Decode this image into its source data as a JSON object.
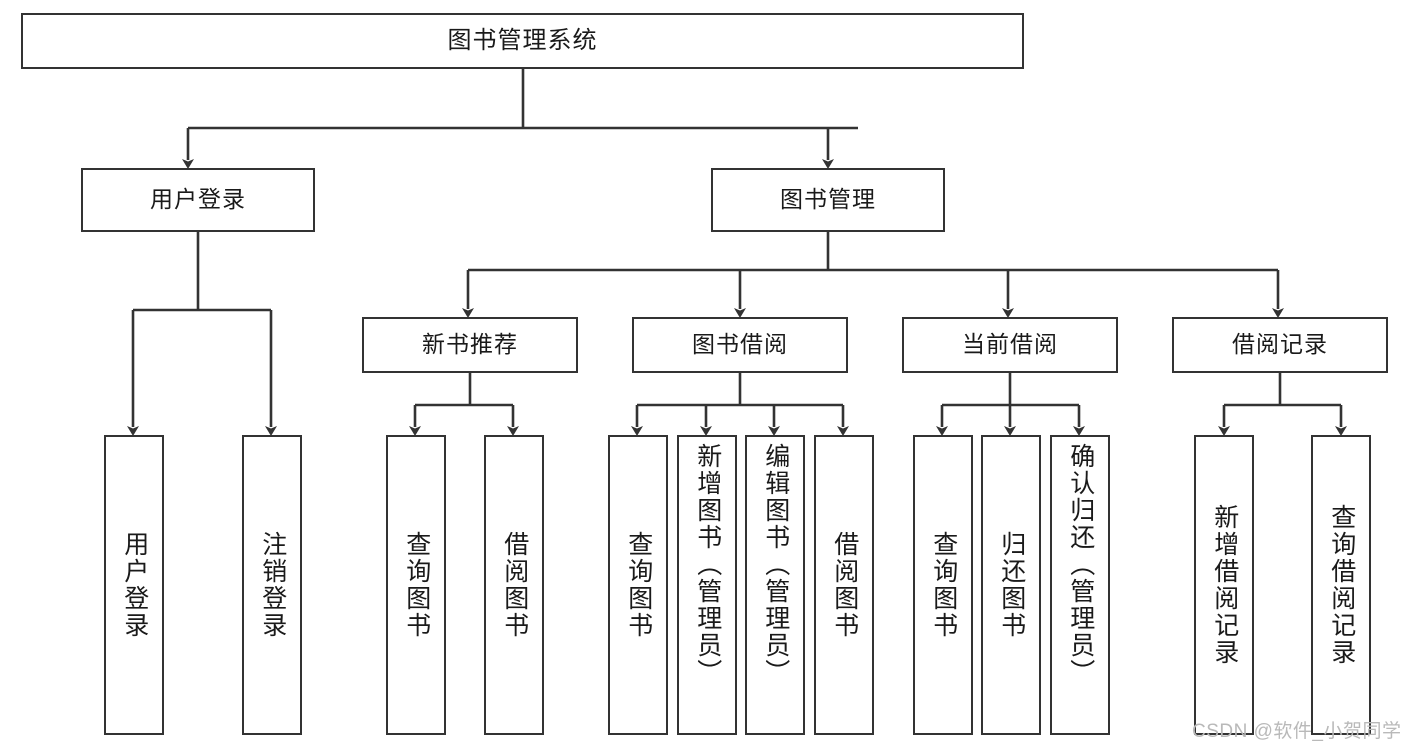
{
  "diagram": {
    "type": "tree-hierarchy",
    "title": "图书管理系统",
    "watermark": "CSDN @软件_小贺同学",
    "colors": {
      "stroke": "#333333",
      "box_fill": "#ffffff",
      "text": "#1a1a1a",
      "watermark": "#b9b9b9",
      "background": "#ffffff"
    },
    "root": {
      "label": "图书管理系统"
    },
    "level2": [
      {
        "label": "用户登录"
      },
      {
        "label": "图书管理"
      }
    ],
    "level3": [
      {
        "label": "新书推荐"
      },
      {
        "label": "图书借阅"
      },
      {
        "label": "当前借阅"
      },
      {
        "label": "借阅记录"
      }
    ],
    "leaves": {
      "user_login": [
        {
          "label": "用户登录"
        },
        {
          "label": "注销登录"
        }
      ],
      "new_book": [
        {
          "label": "查询图书"
        },
        {
          "label": "借阅图书"
        }
      ],
      "book_borrow": [
        {
          "label": "查询图书"
        },
        {
          "label": "新增图书（管理员）"
        },
        {
          "label": "编辑图书（管理员）"
        },
        {
          "label": "借阅图书"
        }
      ],
      "current_borrow": [
        {
          "label": "查询图书"
        },
        {
          "label": "归还图书"
        },
        {
          "label": "确认归还（管理员）"
        }
      ],
      "borrow_record": [
        {
          "label": "新增借阅记录"
        },
        {
          "label": "查询借阅记录"
        }
      ]
    }
  }
}
